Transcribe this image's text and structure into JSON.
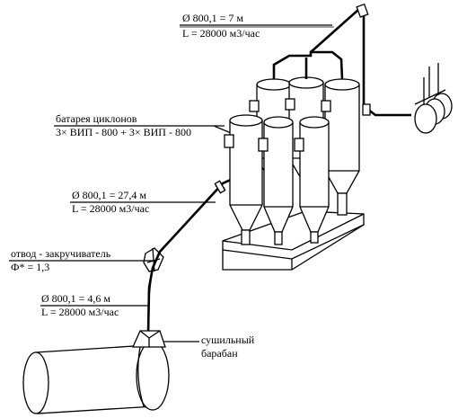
{
  "labels": {
    "top_duct_diameter": "Ø 800,1 = 7 м",
    "top_duct_flow": "L = 28000 м3/час",
    "cyclone_battery_title": "батарея циклонов",
    "cyclone_battery_spec": "3× ВИП - 800 + 3× ВИП - 800",
    "mid_duct_diameter": "Ø 800,1 = 27,4 м",
    "mid_duct_flow": "L = 28000 м3/час",
    "swirler_title": "отвод - закручиватель",
    "swirler_coeff": "Ф* = 1,3",
    "low_duct_diameter": "Ø 800,1 = 4,6 м",
    "low_duct_flow": "L = 28000 м3/час",
    "dryer_line1": "сушильный",
    "dryer_line2": "барабан"
  }
}
